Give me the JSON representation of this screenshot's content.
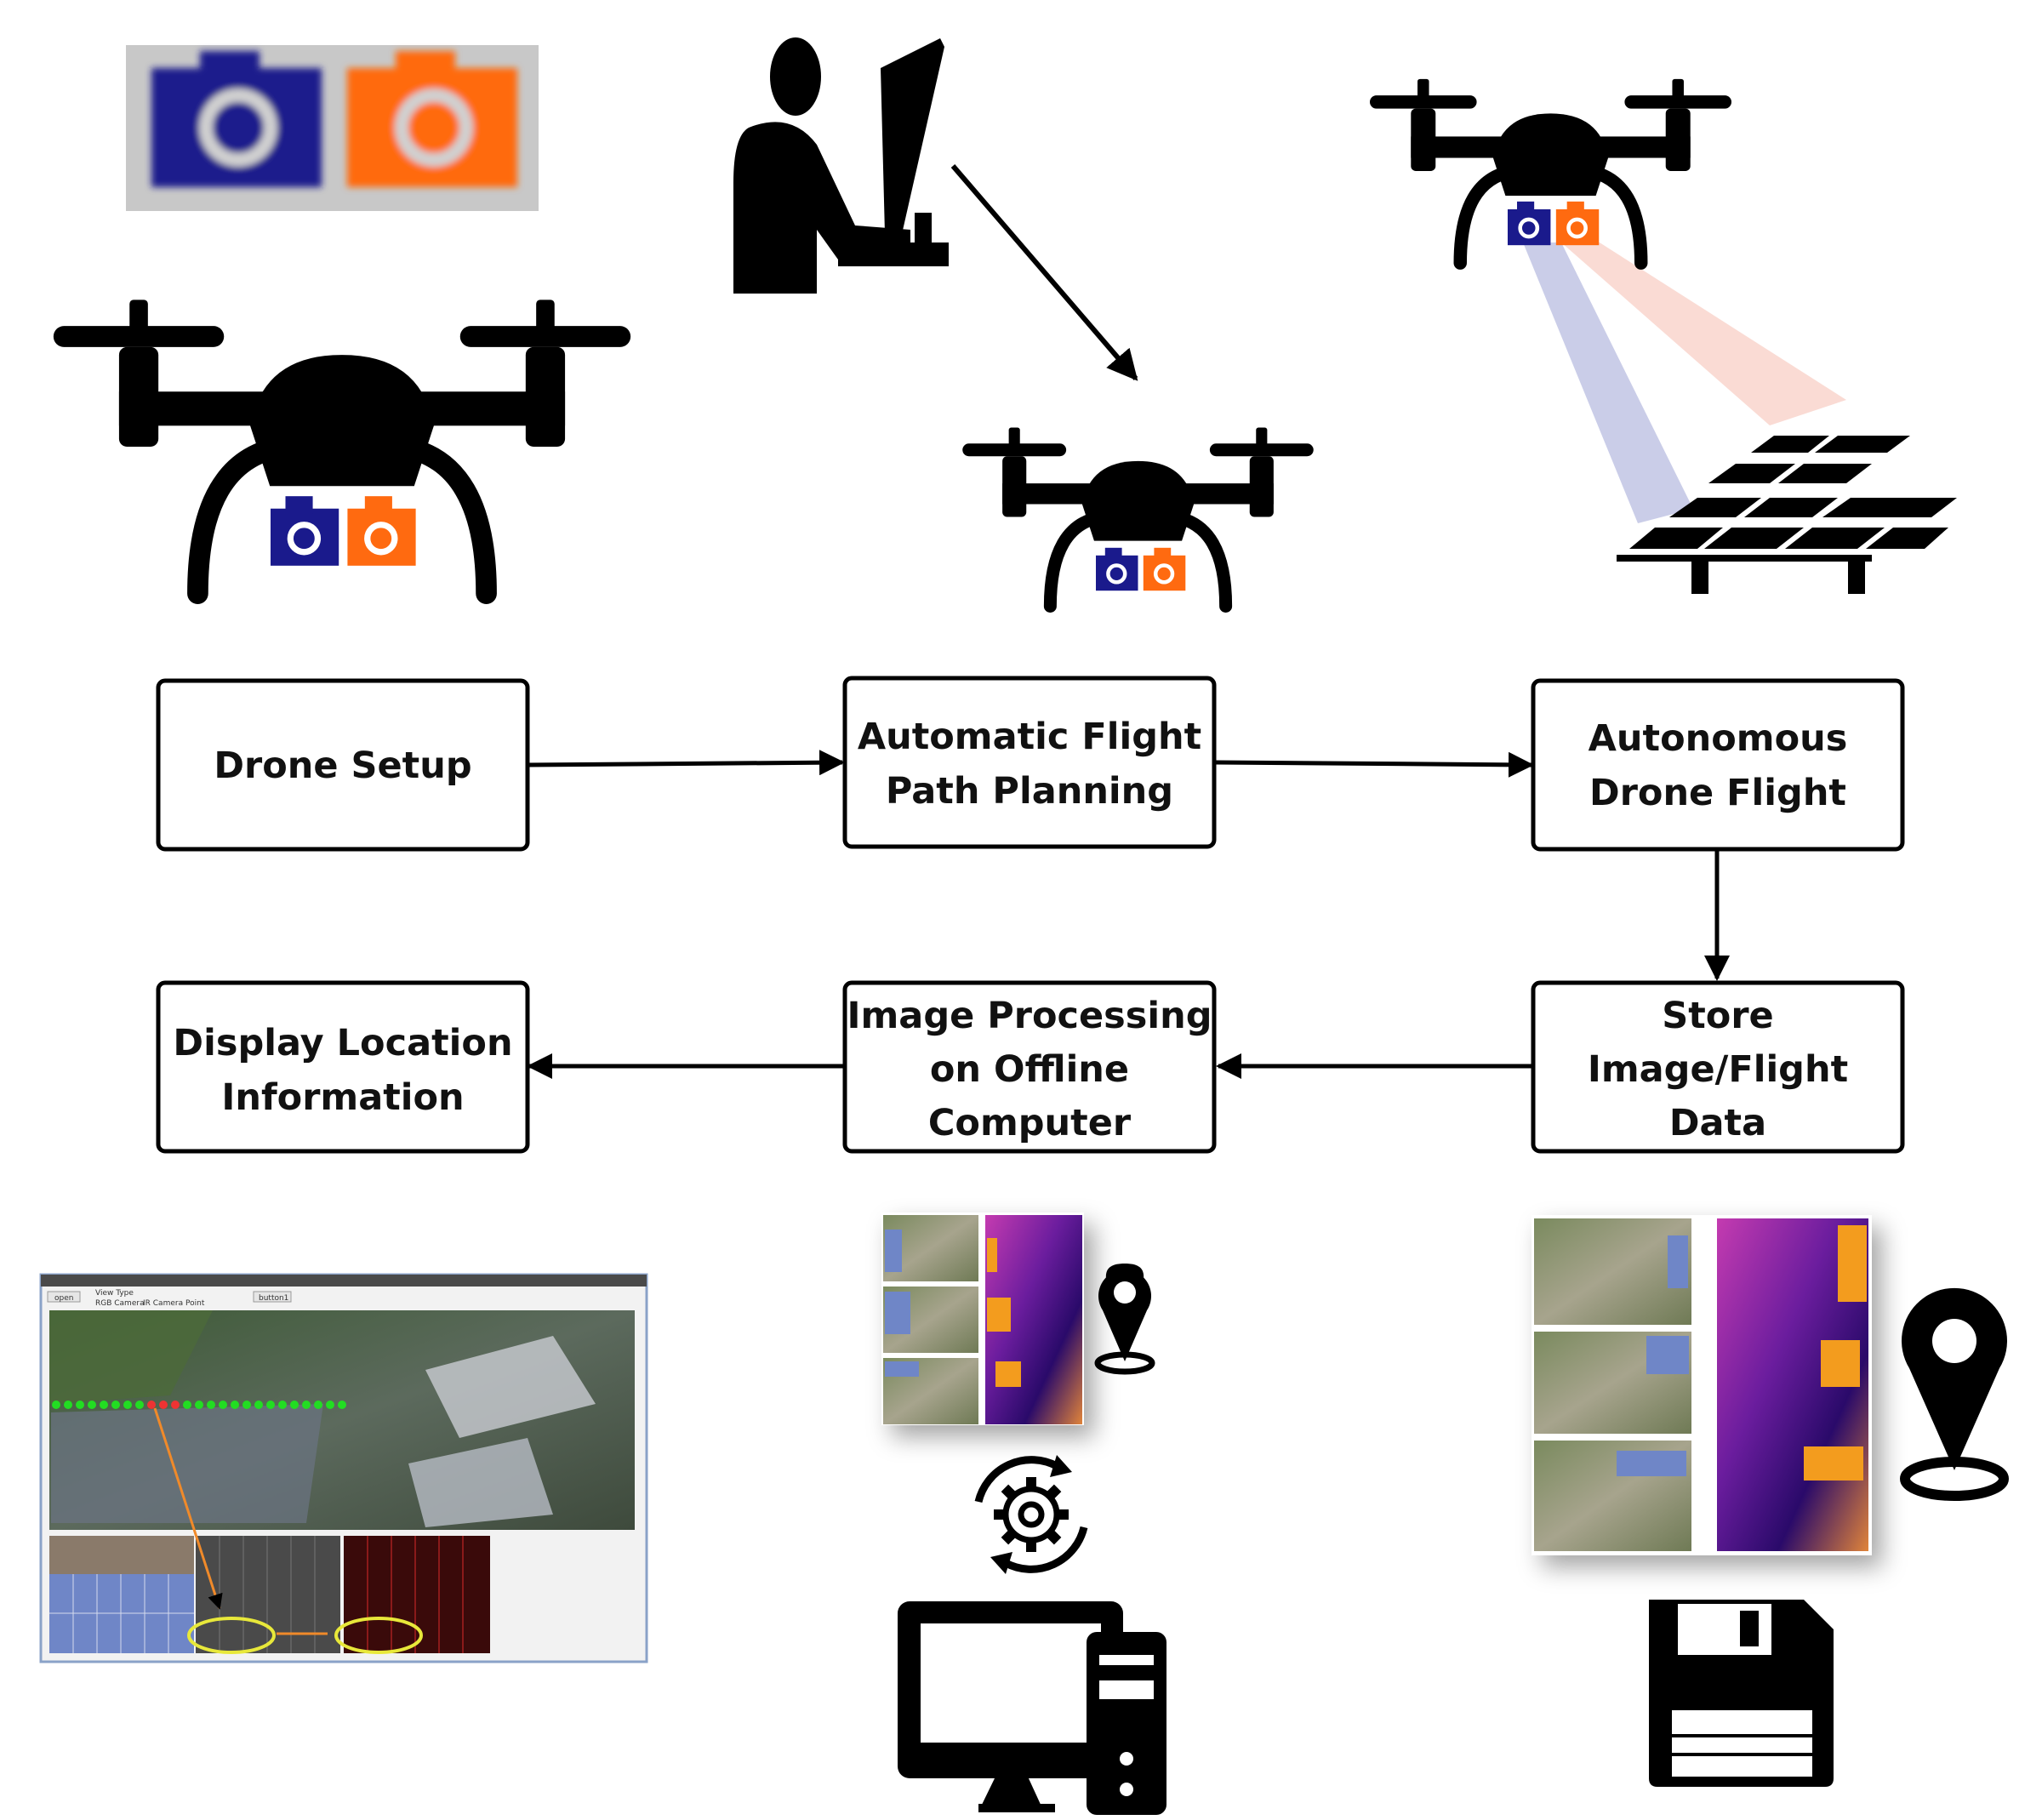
{
  "colors": {
    "camera_visible": "#1a1a8c",
    "camera_thermal": "#ff6a10",
    "ink": "#000000",
    "thermal_purple": "#7a1f9a",
    "thermal_orange": "#f39c1e",
    "panel_blue": "#6f86c7",
    "marker_yellow": "#e8e83a",
    "ui_arrow": "#f08a2a"
  },
  "icons": [
    "camera-pair-icon",
    "drone-icon",
    "operator-computer-icon",
    "solar-panel-icon",
    "location-pin-icon",
    "gear-sync-icon",
    "desktop-computer-icon",
    "floppy-disk-icon"
  ],
  "steps": {
    "drone_setup": [
      "Drone Setup"
    ],
    "flight_planning": [
      "Automatic Flight",
      "Path Planning"
    ],
    "autonomous_flight": [
      "Autonomous",
      "Drone Flight"
    ],
    "store_data": [
      "Store",
      "Image/Flight",
      "Data"
    ],
    "image_processing": [
      "Image Processing",
      "on Offline",
      "Computer"
    ],
    "display_location": [
      "Display Location",
      "Information"
    ]
  },
  "screenshot_ui": {
    "button_1": "open",
    "view_type_label": "View Type",
    "view_options": [
      "RGB Camera",
      "IR Camera",
      "Point"
    ],
    "button_2": "button1"
  }
}
